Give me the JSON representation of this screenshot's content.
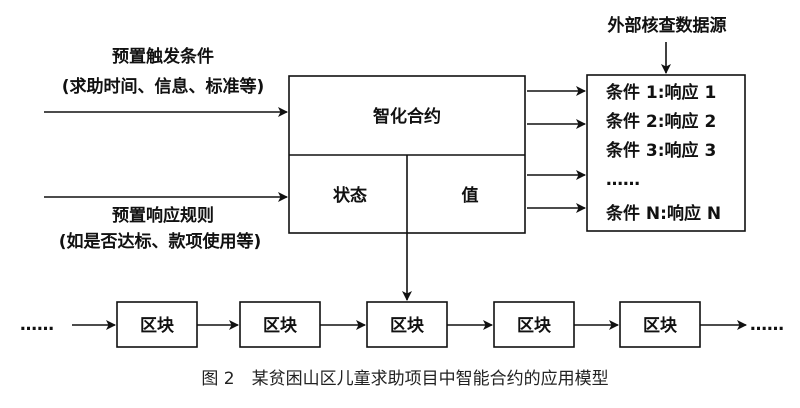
{
  "figure": {
    "trigger_title": "预置触发条件",
    "trigger_detail": "(求助时间、信息、标准等)",
    "rule_title": "预置响应规则",
    "rule_detail": "(如是否达标、款项使用等)",
    "contract_title": "智化合约",
    "state_label": "状态",
    "value_label": "值",
    "external_source": "外部核查数据源",
    "conditions": [
      "条件 1:响应 1",
      "条件 2:响应 2",
      "条件 3:响应 3",
      "……",
      "条件 N:响应 N"
    ],
    "chain_ellipsis_left": "……",
    "chain_ellipsis_right": "……",
    "blocks": [
      "区块",
      "区块",
      "区块",
      "区块",
      "区块"
    ],
    "caption": "图 2　某贫困山区儿童求助项目中智能合约的应用模型"
  }
}
